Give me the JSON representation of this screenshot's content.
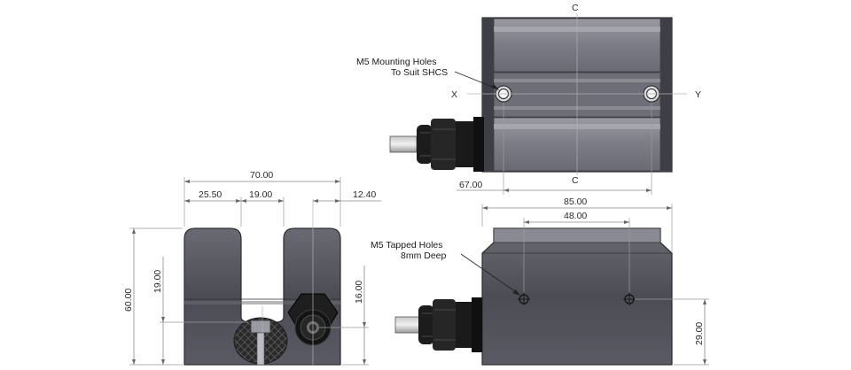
{
  "top_view": {
    "callout_mounting_line1": "M5 Mounting Holes",
    "callout_mounting_line2": "To Suit SHCS",
    "axis_x": "X",
    "axis_y": "Y",
    "section_top": "C",
    "section_bottom": "C",
    "dim_hole_offset": "67.00"
  },
  "end_view": {
    "dim_overall_width": "70.00",
    "dim_left_jaw": "25.50",
    "dim_slot_width": "19.00",
    "dim_right_offset": "12.40",
    "dim_height": "60.00",
    "dim_slot_depth": "19.00",
    "dim_cable_height": "16.00"
  },
  "side_view": {
    "dim_overall_length": "85.00",
    "dim_hole_spacing": "48.00",
    "callout_tapped_line1": "M5 Tapped Holes",
    "callout_tapped_line2": "8mm Deep",
    "dim_hole_height": "29.00"
  },
  "colors": {
    "body": "#4a4a52",
    "body_light": "#8a8a94",
    "rail": "#7a7a84",
    "gland": "#1e1e1e"
  }
}
